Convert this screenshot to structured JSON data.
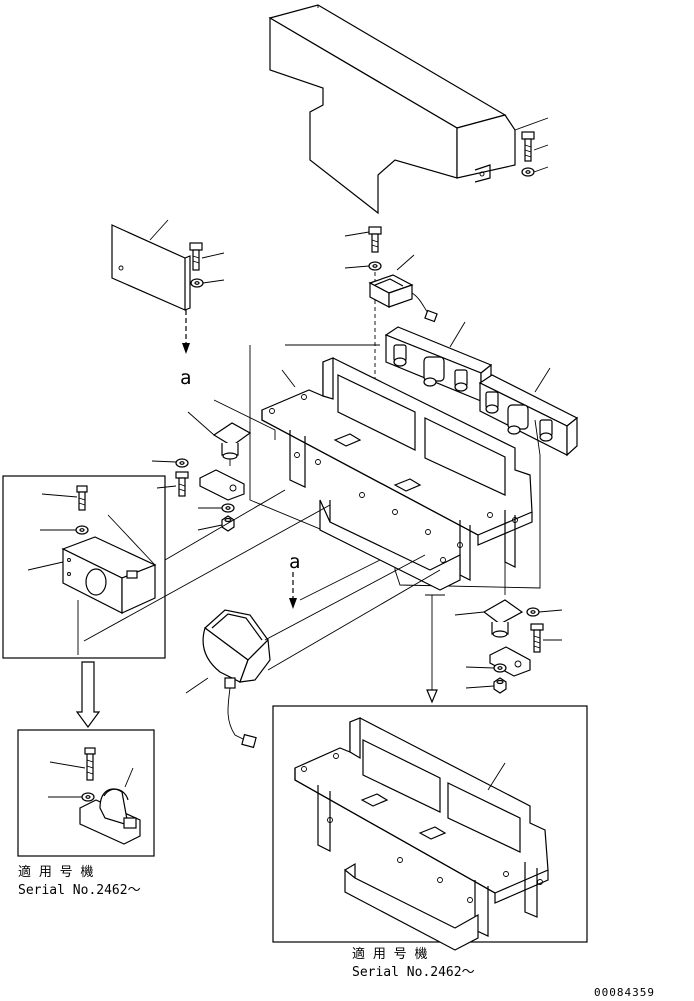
{
  "diagram": {
    "view_marker": "a",
    "serial_note_1": {
      "line1": "適 用 号 機",
      "line2": "Serial No.2462～"
    },
    "serial_note_2": {
      "line1": "適 用 号 機",
      "line2": "Serial No.2462～"
    },
    "drawing_number": "00084359"
  }
}
